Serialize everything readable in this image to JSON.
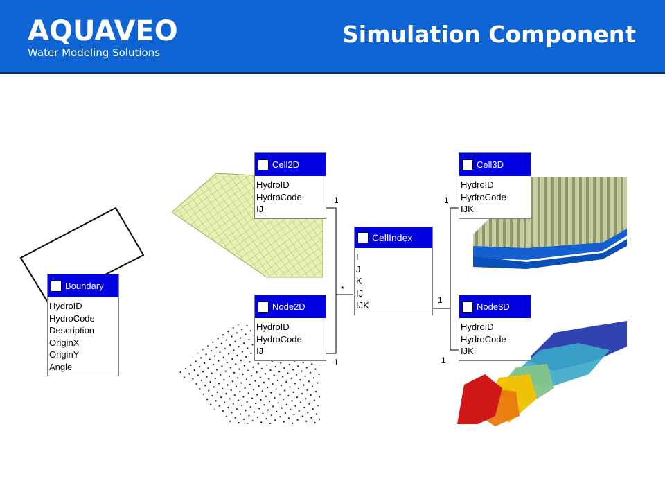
{
  "header": {
    "logo_text": "AQUAVEO",
    "logo_tagline": "Water Modeling Solutions",
    "title": "Simulation Component"
  },
  "colors": {
    "header_bg": "#0d64d2",
    "entity_header": "#0000e0"
  },
  "entities": {
    "cell2d": {
      "name": "Cell2D",
      "icon": "cell2d-icon",
      "fields": [
        "HydroID",
        "HydroCode",
        "IJ"
      ]
    },
    "node2d": {
      "name": "Node2D",
      "icon": "node-icon",
      "fields": [
        "HydroID",
        "HydroCode",
        "IJ"
      ]
    },
    "cellindex": {
      "name": "CellIndex",
      "icon": "table-icon",
      "fields": [
        "I",
        "J",
        "K",
        "IJ",
        "IJK"
      ]
    },
    "cell3d": {
      "name": "Cell3D",
      "icon": "cell3d-icon",
      "fields": [
        "HydroID",
        "HydroCode",
        "IJK"
      ]
    },
    "node3d": {
      "name": "Node3D",
      "icon": "node-icon",
      "fields": [
        "HydroID",
        "HydroCode",
        "IJK"
      ]
    },
    "boundary": {
      "name": "Boundary",
      "icon": "boundary-icon",
      "fields": [
        "HydroID",
        "HydroCode",
        "Description",
        "OriginX",
        "OriginY",
        "Angle"
      ]
    }
  },
  "multiplicities": {
    "cell2d_end": "1",
    "node2d_end": "1",
    "cellindex_left": "*",
    "cell3d_end": "1",
    "cellindex_right": "1",
    "node3d_end": "1"
  }
}
